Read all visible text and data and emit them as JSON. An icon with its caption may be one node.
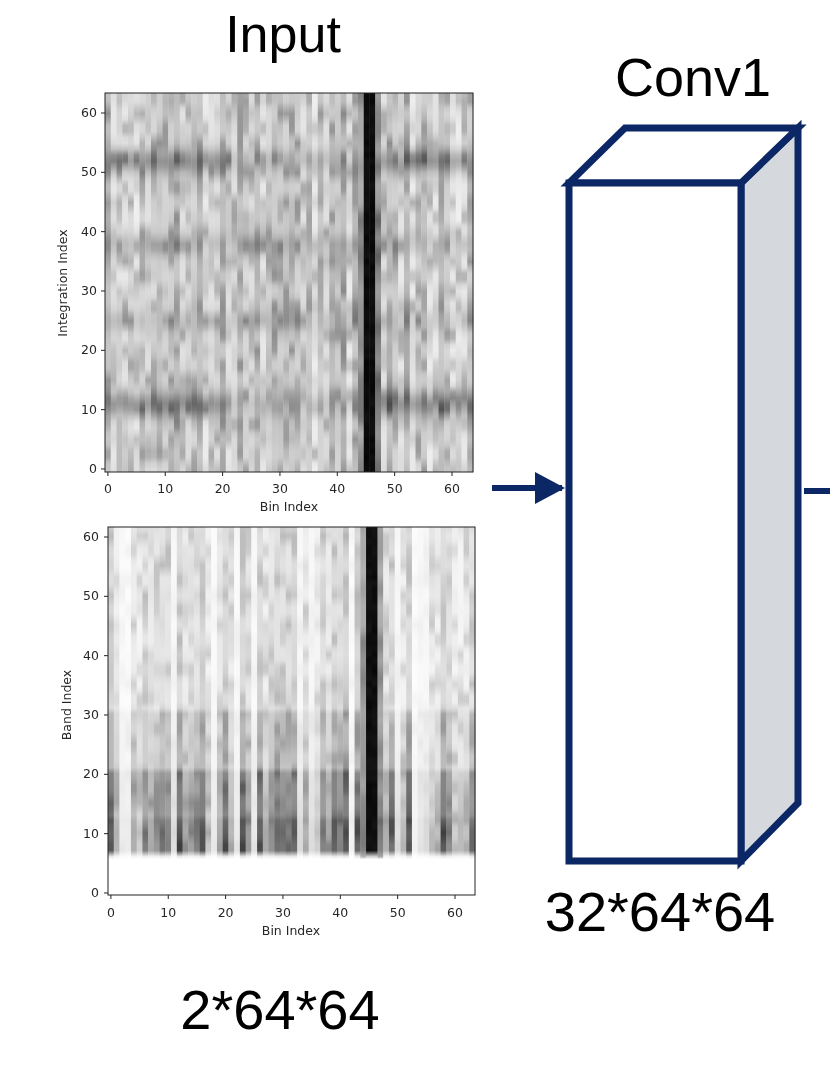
{
  "diagram": {
    "nodes": [
      {
        "text": [
          "Input"
        ],
        "beside": [
          "2*64*64"
        ]
      },
      {
        "text": [
          "Conv1"
        ],
        "beside": [
          "32*64*64"
        ]
      }
    ],
    "edges": [
      {
        "from": 0,
        "to": 1,
        "arrow": "to"
      },
      {
        "from": 1,
        "to": null,
        "arrow": "none"
      }
    ],
    "labels": [
      "60",
      "50",
      "40",
      "30",
      "20",
      "10",
      "0",
      "Integration Index",
      "0",
      "10",
      "20",
      "30",
      "40",
      "50",
      "60",
      "Bin Index",
      "60",
      "50",
      "40",
      "30",
      "20",
      "10",
      "0",
      "Band Index",
      "0",
      "10",
      "20",
      "30",
      "40",
      "50",
      "60",
      "Bin Index"
    ]
  }
}
